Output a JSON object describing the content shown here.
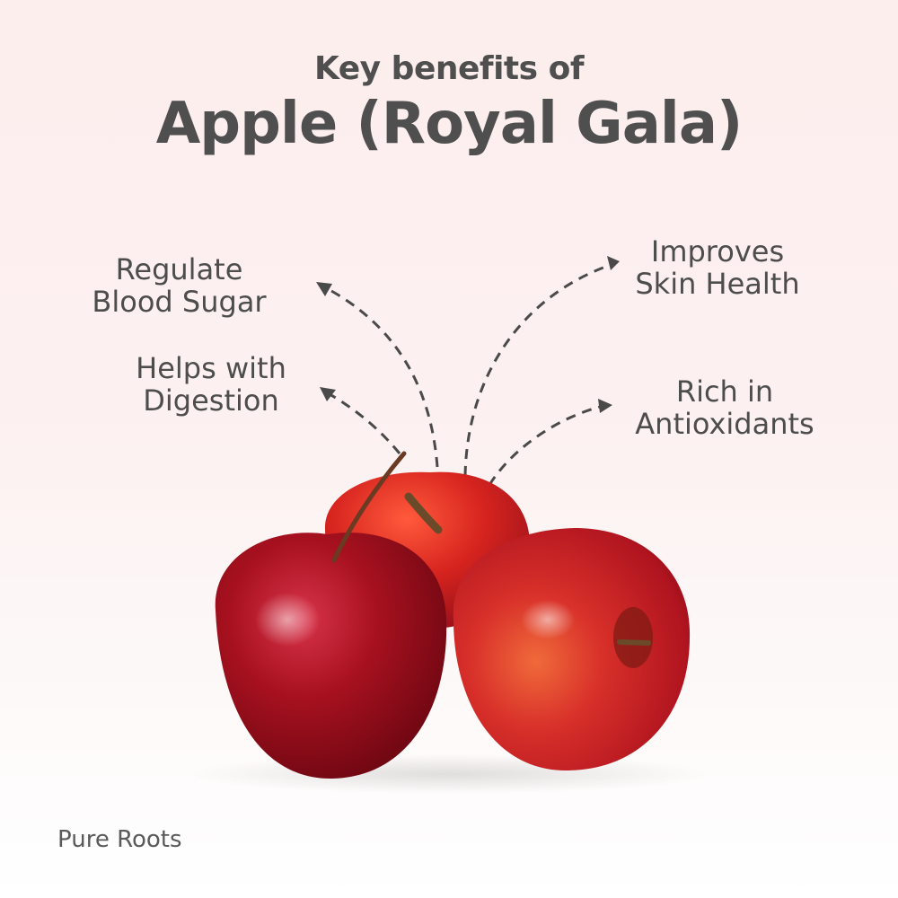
{
  "header": {
    "subtitle": "Key benefits of",
    "title": "Apple (Royal Gala)"
  },
  "benefits": [
    {
      "line1": "Regulate",
      "line2": "Blood Sugar",
      "side": "left"
    },
    {
      "line1": "Helps with",
      "line2": "Digestion",
      "side": "left"
    },
    {
      "line1": "Improves",
      "line2": "Skin Health",
      "side": "right"
    },
    {
      "line1": "Rich in",
      "line2": "Antioxidants",
      "side": "right"
    }
  ],
  "image": {
    "subject": "three red apples",
    "count": 3
  },
  "footer": {
    "brand": "Pure Roots"
  },
  "colors": {
    "text": "#4f4f4f",
    "background": "#fdeeee",
    "apple_red": "#b3121f"
  }
}
